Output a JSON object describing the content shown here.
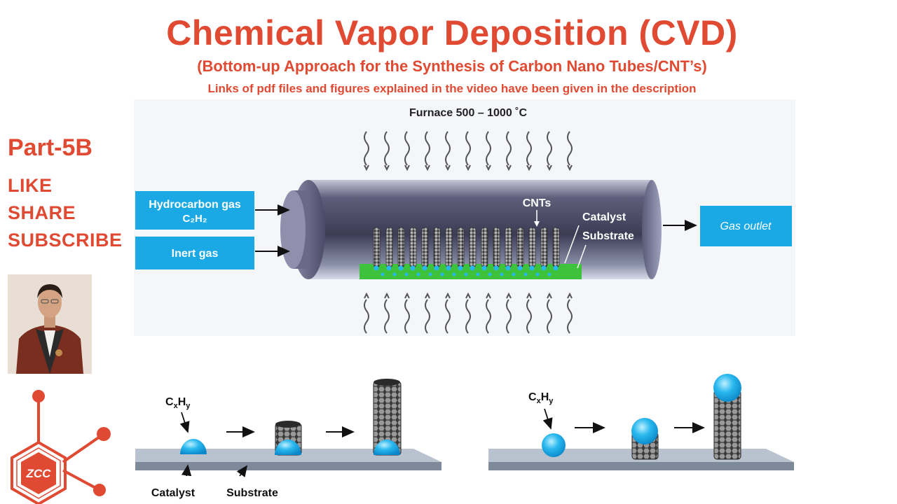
{
  "header": {
    "title": "Chemical Vapor Deposition (CVD)",
    "subtitle": "(Bottom-up Approach for the Synthesis of Carbon Nano Tubes/CNT’s)",
    "links_note": "Links of pdf files and figures explained in the video have been given in the description"
  },
  "sidebar": {
    "part": "Part-5B",
    "actions": [
      "LIKE",
      "SHARE",
      "SUBSCRIBE"
    ],
    "logo_text": "ZCC"
  },
  "diagram": {
    "furnace_label": "Furnace 500 – 1000 ˚C",
    "hydrocarbon_label": "Hydrocarbon gas",
    "hydrocarbon_formula": "C₂H₂",
    "inert_label": "Inert gas",
    "gas_outlet": "Gas outlet",
    "cnts": "CNTs",
    "catalyst_top": "Catalyst",
    "substrate_top": "Substrate",
    "formula_c": "C",
    "formula_x": "x",
    "formula_h": "H",
    "formula_y": "y",
    "catalyst_bottom": "Catalyst",
    "substrate_bottom": "Substrate"
  },
  "colors": {
    "accent": "#e04a33",
    "box_blue": "#1ba9e6",
    "tube_dark": "#4a4a66",
    "substrate_green": "#3ec23b"
  }
}
